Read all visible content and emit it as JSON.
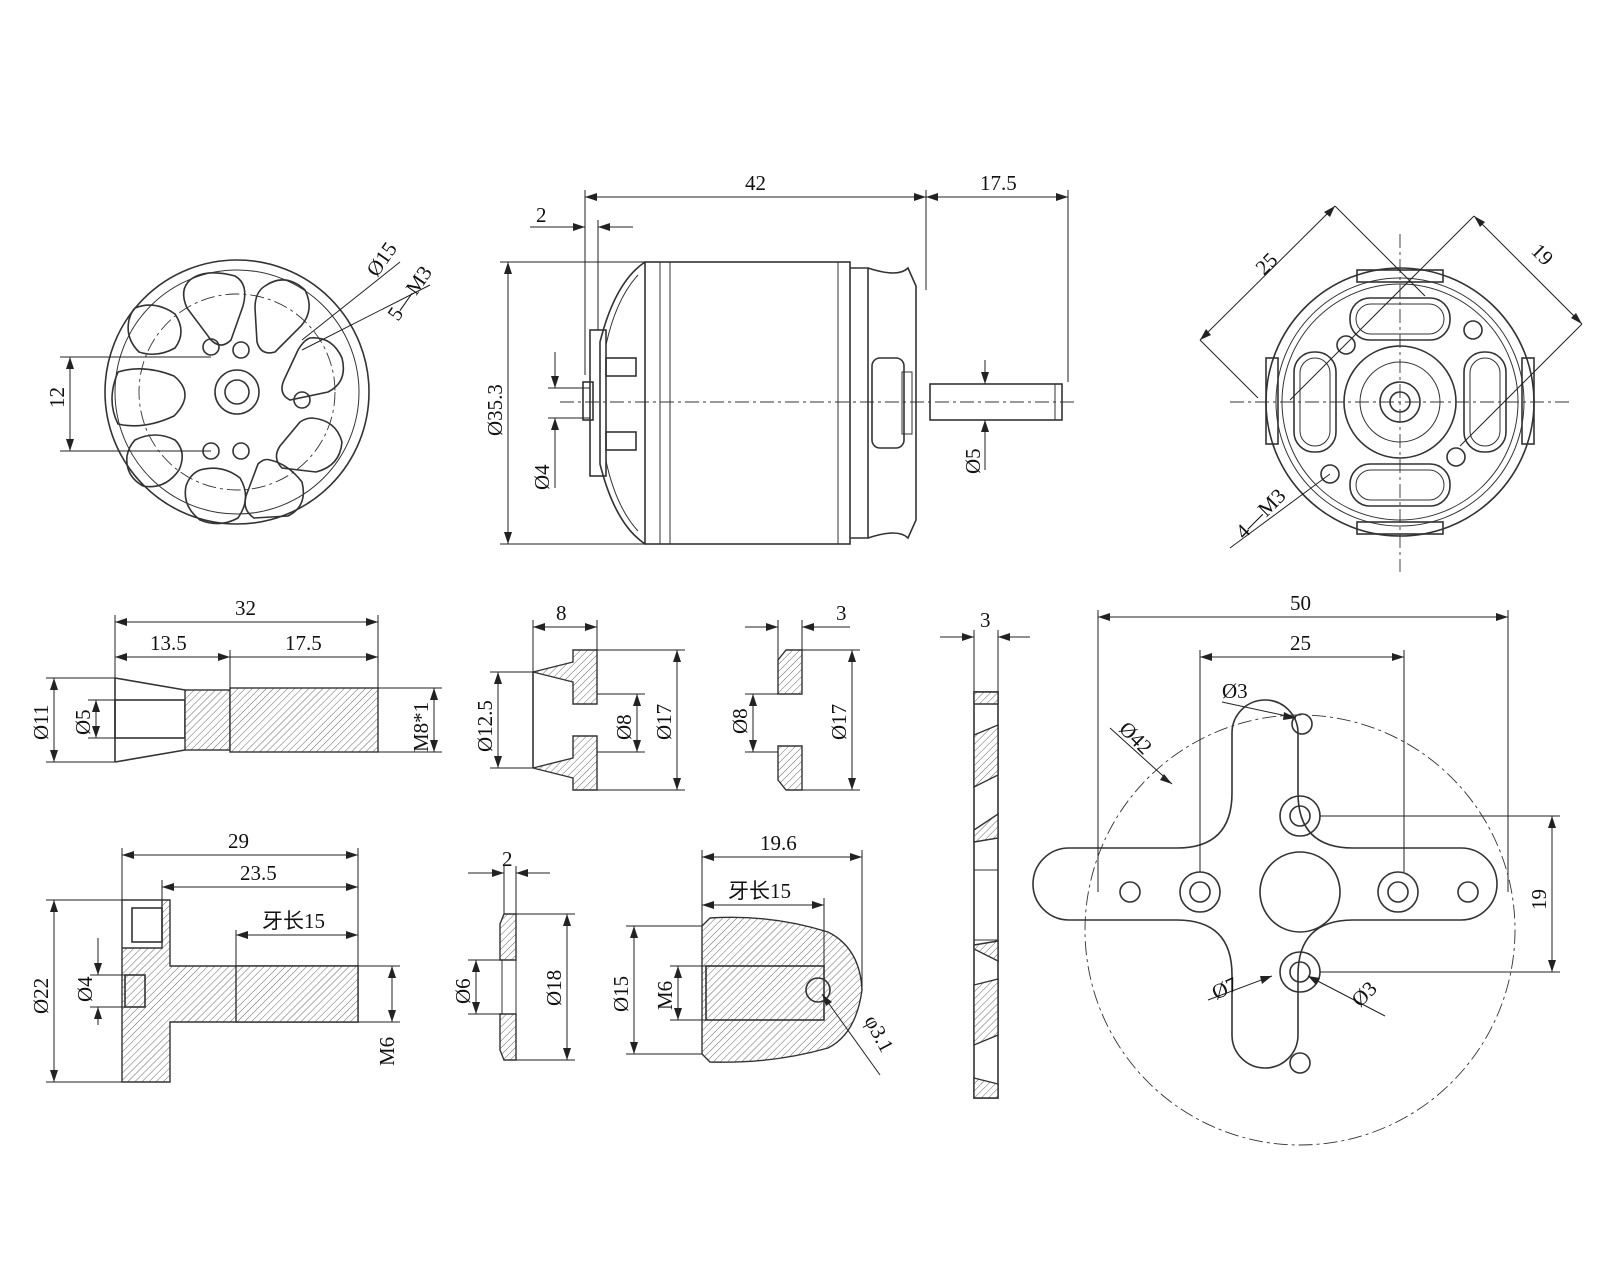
{
  "colors": {
    "line": "#333333",
    "text": "#111111",
    "background": "#ffffff"
  },
  "front_view": {
    "d_bolt_circle": "Ø15",
    "holes": "5—M3",
    "spacing": "12"
  },
  "side_view": {
    "length": "42",
    "shaft_ext": "17.5",
    "flange": "2",
    "diameter": "Ø35.3",
    "rear_shaft": "Ø4",
    "shaft": "Ø5"
  },
  "rear_view": {
    "pitch_a": "25",
    "pitch_b": "19",
    "holes": "4—M3"
  },
  "adapter_m8": {
    "length": "32",
    "seg_a": "13.5",
    "seg_b": "17.5",
    "od": "Ø11",
    "bore": "Ø5",
    "thread": "M8*1"
  },
  "cone_washer": {
    "width": "8",
    "d1": "Ø12.5",
    "d2": "Ø8",
    "d3": "Ø17"
  },
  "washer_3": {
    "width": "3",
    "d1": "Ø8",
    "d2": "Ø17"
  },
  "plate_side": {
    "thickness": "3"
  },
  "cross_mount": {
    "span_outer": "50",
    "span_inner": "25",
    "hole_top": "Ø3",
    "circle": "Ø42",
    "offset": "19",
    "center": "Ø7",
    "hole_bottom": "Ø3"
  },
  "adapter_m6": {
    "length": "29",
    "seg": "23.5",
    "thread_len": "牙长15",
    "od": "Ø22",
    "bore": "Ø4",
    "thread": "M6"
  },
  "washer_2": {
    "width": "2",
    "d1": "Ø6",
    "d2": "Ø18"
  },
  "spinner_nut": {
    "length": "19.6",
    "thread_len": "牙长15",
    "od": "Ø15",
    "thread": "M6",
    "hole": "φ3.1"
  }
}
